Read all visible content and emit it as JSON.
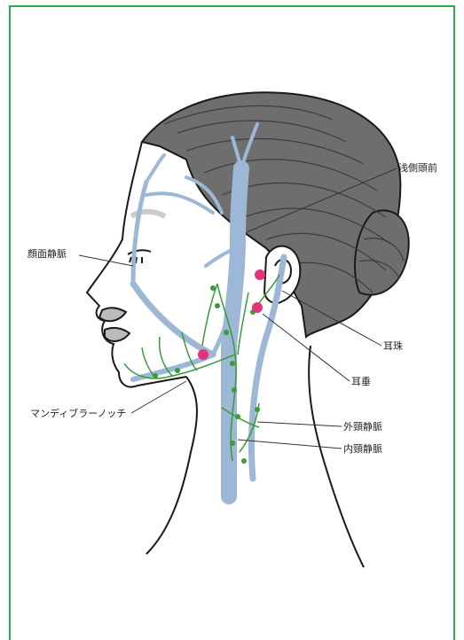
{
  "labels": {
    "superficial_temporal": "浅側頭前",
    "facial_vein": "顔面静脈",
    "tragus": "耳珠",
    "earlobe": "耳垂",
    "mandibular_notch": "マンディブラーノッチ",
    "external_jugular": "外頸静脈",
    "internal_jugular": "内頸静脈"
  },
  "colors": {
    "frame": "#2bab4f",
    "vein": "#9db7d6",
    "lymph": "#3a9a3c",
    "point": "#e0347c",
    "hair": "#6e6e6e",
    "outline": "#1a1a1a"
  }
}
